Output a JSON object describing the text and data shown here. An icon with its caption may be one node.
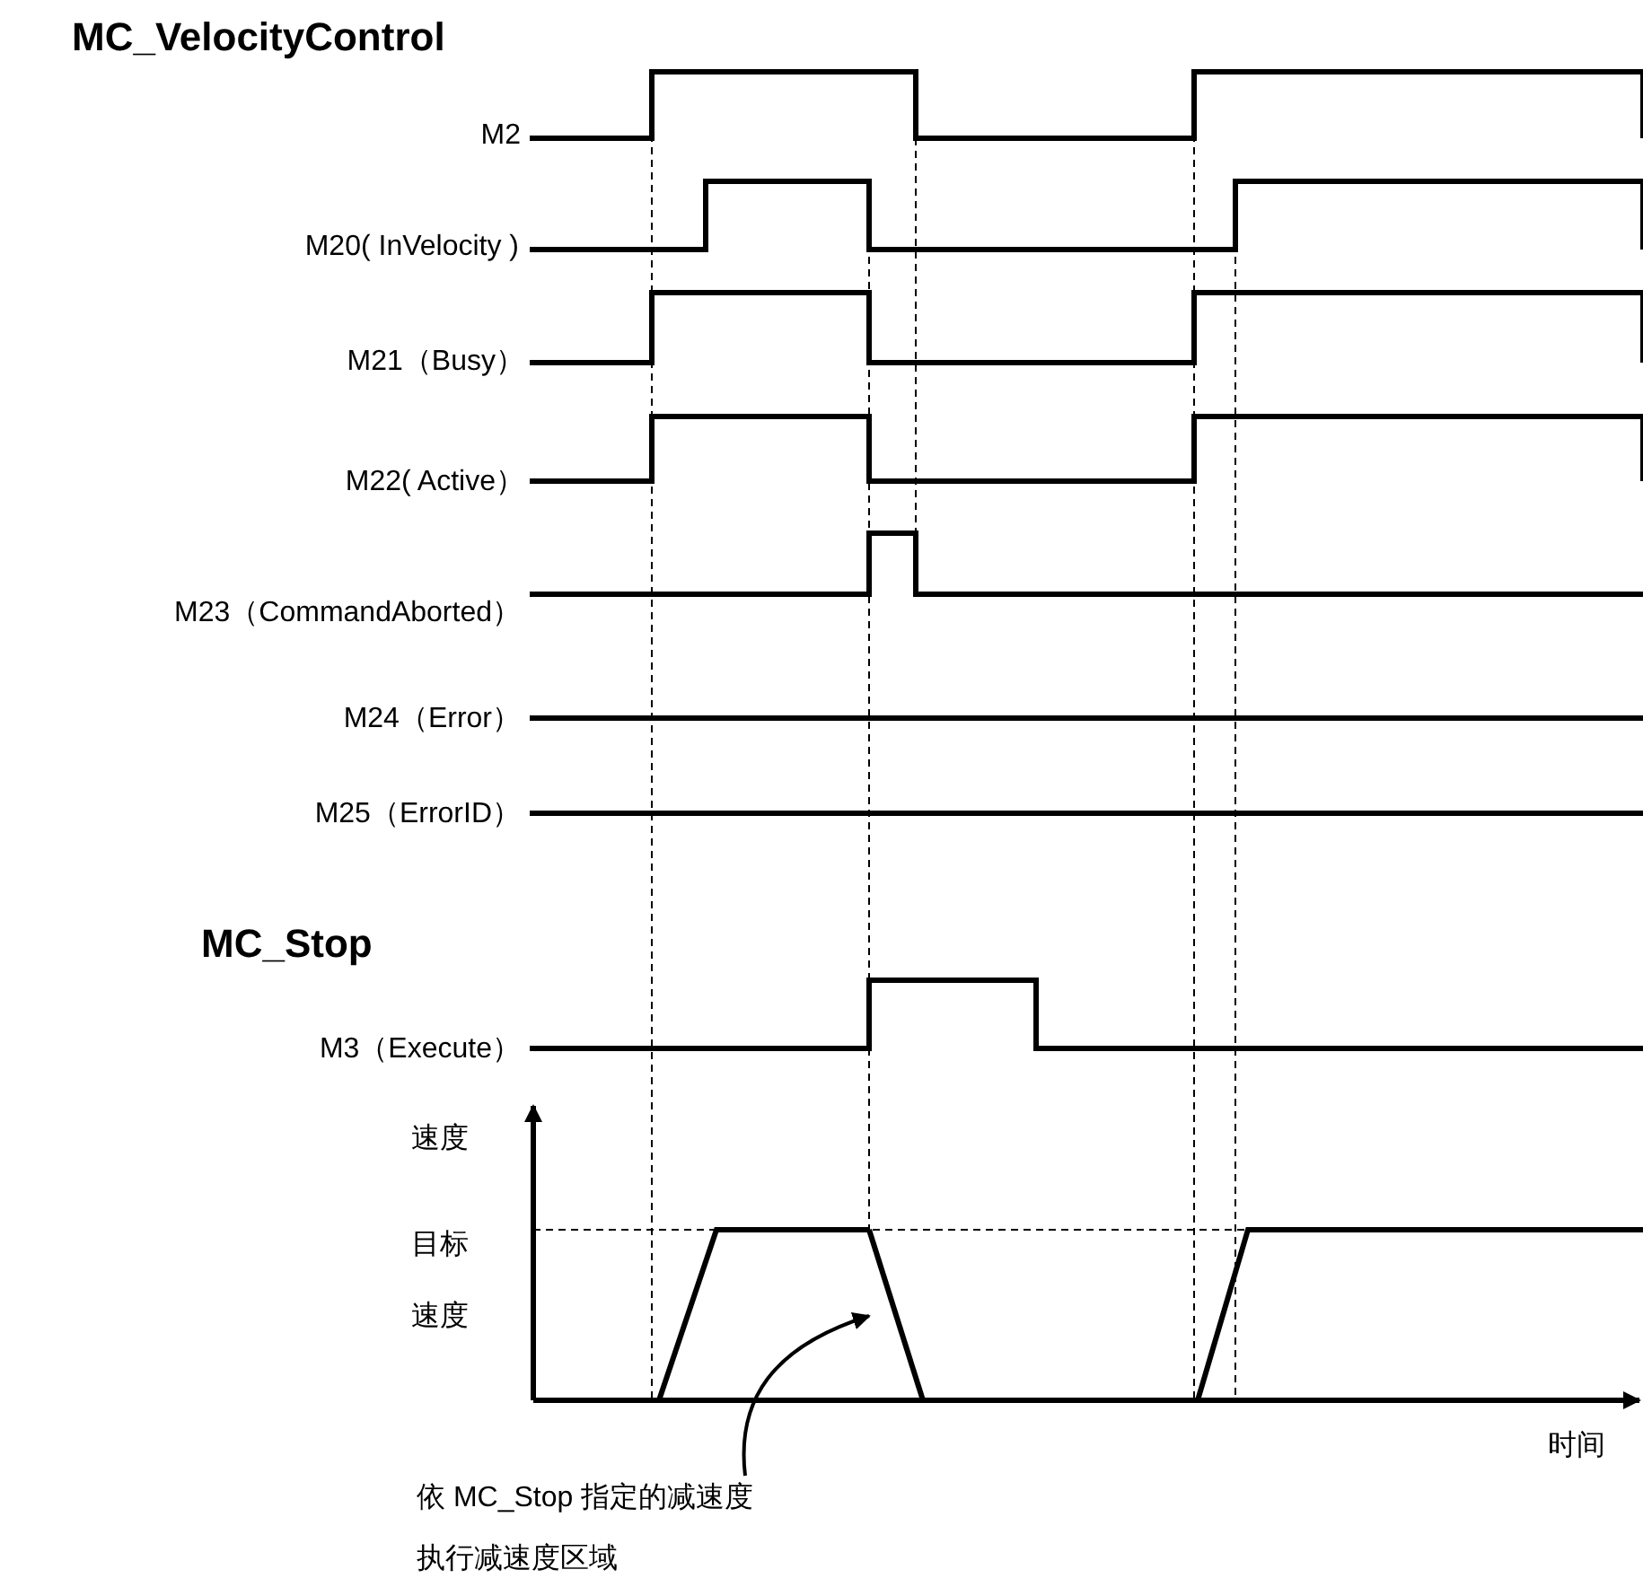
{
  "diagram": {
    "nodes": [
      {
        "text": [
          "依 MC_Stop 指定的减速度执行减速度区域"
        ]
      },
      {
        "text": [],
        "shape": "line"
      }
    ],
    "edges": [
      {
        "from": 0,
        "to": 1,
        "arrow": "to"
      }
    ],
    "labels": [
      "MC_VelocityControl",
      "M2",
      "M20( InVelocity )",
      "M21（Busy）",
      "M22( Active）",
      "M23（CommandAborted）",
      "M24（Error）",
      "M25（ErrorID）",
      "MC_Stop",
      "M3（Execute）",
      "速度",
      "目标速度",
      "时间"
    ]
  }
}
